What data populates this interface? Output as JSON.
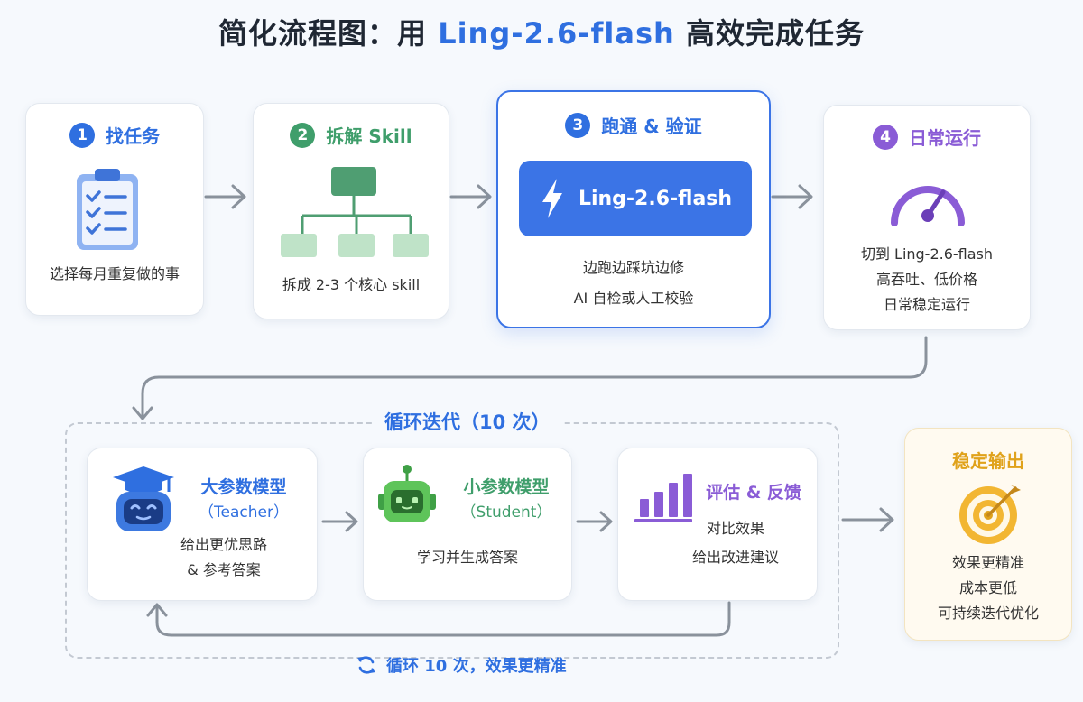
{
  "title": {
    "prefix": "简化流程图：用 ",
    "highlight": "Ling-2.6-flash",
    "suffix": " 高效完成任务"
  },
  "steps": [
    {
      "num": "1",
      "label": "找任务",
      "desc": "选择每月重复做的事"
    },
    {
      "num": "2",
      "label": "拆解 Skill",
      "desc": "拆成 2-3 个核心 skill"
    },
    {
      "num": "3",
      "label": "跑通 & 验证",
      "model": "Ling-2.6-flash",
      "desc1": "边跑边踩坑边修",
      "desc2": "AI 自检或人工校验"
    },
    {
      "num": "4",
      "label": "日常运行",
      "desc1": "切到 Ling-2.6-flash",
      "desc2": "高吞吐、低价格",
      "desc3": "日常稳定运行"
    }
  ],
  "loop": {
    "title": "循环迭代（10 次）",
    "teacher": {
      "title": "大参数模型",
      "sub": "（Teacher）",
      "desc1": "给出更优思路",
      "desc2": "& 参考答案"
    },
    "student": {
      "title": "小参数模型",
      "sub": "（Student）",
      "desc": "学习并生成答案"
    },
    "eval": {
      "title": "评估 & 反馈",
      "desc1": "对比效果",
      "desc2": "给出改进建议"
    },
    "note": "循环 10 次，效果更精准"
  },
  "output": {
    "title": "稳定输出",
    "line1": "效果更精准",
    "line2": "成本更低",
    "line3": "可持续迭代优化"
  },
  "colors": {
    "blue": "#2f6fe0",
    "green": "#3f9e6b",
    "purple": "#8a5cd6",
    "orange": "#e0a21b",
    "arrow": "#8a929c"
  },
  "icons": [
    "clipboard-checklist-icon",
    "tree-structure-icon",
    "lightning-bolt-icon",
    "speedometer-icon",
    "teacher-robot-icon",
    "student-robot-icon",
    "bar-chart-icon",
    "target-icon",
    "refresh-icon"
  ]
}
